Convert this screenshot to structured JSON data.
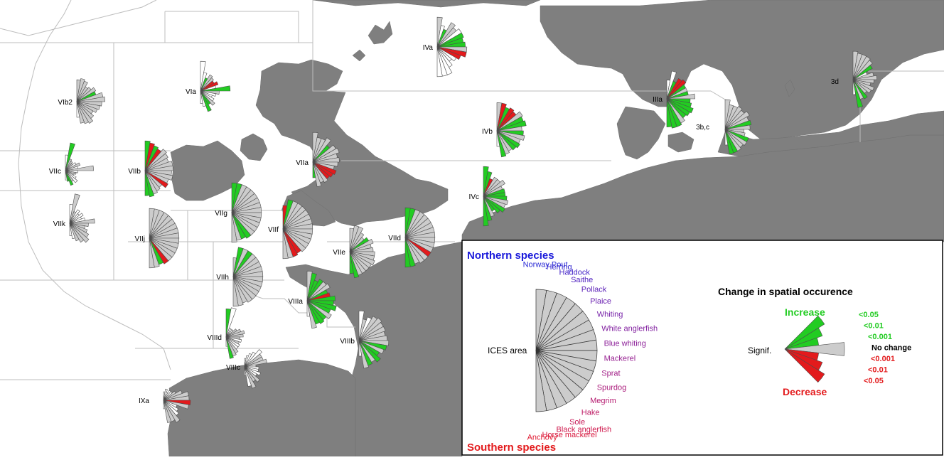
{
  "colors": {
    "sea": "#ffffff",
    "land": "#7f7f7f",
    "boundary": "#bdbdbd",
    "no_change": "#cccccc",
    "increase": "#22cc22",
    "decrease": "#e31a1c",
    "northern_title": "#1a1adb",
    "southern_title": "#e31a1c",
    "frame": "#000000"
  },
  "legend": {
    "northern_title": "Northern species",
    "southern_title": "Southern species",
    "ices_label": "ICES area",
    "species": [
      {
        "name": "Norway Pout",
        "color": "#2b2bd6"
      },
      {
        "name": "Herring",
        "color": "#3327cf"
      },
      {
        "name": "Haddock",
        "color": "#4424c8"
      },
      {
        "name": "Saithe",
        "color": "#5223c0"
      },
      {
        "name": "Pollack",
        "color": "#5d22b8"
      },
      {
        "name": "Plaice",
        "color": "#6a21b0"
      },
      {
        "name": "Whiting",
        "color": "#7621a8"
      },
      {
        "name": "White anglerfish",
        "color": "#8220a0"
      },
      {
        "name": "Blue whiting",
        "color": "#8c1f98"
      },
      {
        "name": "Mackerel",
        "color": "#961e90"
      },
      {
        "name": "Sprat",
        "color": "#a11d86"
      },
      {
        "name": "Spurdog",
        "color": "#ab1c7c"
      },
      {
        "name": "Megrim",
        "color": "#b51b70"
      },
      {
        "name": "Hake",
        "color": "#be1a64"
      },
      {
        "name": "Sole",
        "color": "#c71958"
      },
      {
        "name": "Black anglerfish",
        "color": "#cf184c"
      },
      {
        "name": "Horse mackerel",
        "color": "#d8183e"
      },
      {
        "name": "Anchovy",
        "color": "#e01830"
      }
    ],
    "change_title": "Change in spatial occurence",
    "increase_label": "Increase",
    "decrease_label": "Decrease",
    "signif_label": "Signif.",
    "levels": [
      {
        "label": "<0.05",
        "kind": "inc"
      },
      {
        "label": "<0.01",
        "kind": "inc"
      },
      {
        "label": "<0.001",
        "kind": "inc"
      },
      {
        "label": "No change",
        "kind": "none"
      },
      {
        "label": "<0.001",
        "kind": "dec"
      },
      {
        "label": "<0.01",
        "kind": "dec"
      },
      {
        "label": "<0.05",
        "kind": "dec"
      }
    ]
  },
  "areas": [
    {
      "name": "IVa",
      "codes": "0NG00NGGG0RRNNNNNN",
      "lengths": [
        0.95,
        0.7,
        0.6,
        0.9,
        0.8,
        0.9,
        0.9,
        0.85,
        0.9,
        0.95,
        0.95,
        0.8,
        0.7,
        0.6,
        0.75,
        0.95,
        0.95,
        0.95
      ]
    },
    {
      "name": "VIa",
      "codes": "NNG00RRNG0NNN0GGNN",
      "lengths": [
        0.95,
        0.6,
        0.45,
        0.6,
        0.55,
        0.5,
        0.6,
        0.5,
        0.95,
        0.6,
        0.5,
        0.4,
        0.5,
        0.6,
        0.5,
        0.7,
        0.5,
        0.4
      ]
    },
    {
      "name": "VIb2",
      "codes": "000000G0000000000N",
      "lengths": [
        0.7,
        0.75,
        0.7,
        0.55,
        0.6,
        0.7,
        0.65,
        0.85,
        0.9,
        0.8,
        0.75,
        0.7,
        0.6,
        0.7,
        0.8,
        0.75,
        0.7,
        0.5
      ]
    },
    {
      "name": "IIIa",
      "codes": "NNGRRG0G0GGGGG0GGG",
      "lengths": [
        0.6,
        0.9,
        0.6,
        0.75,
        0.8,
        0.7,
        0.7,
        0.7,
        0.9,
        0.75,
        0.8,
        0.9,
        0.85,
        0.8,
        0.9,
        0.95,
        0.95,
        0.9
      ]
    },
    {
      "name": "3d",
      "codes": "00000GN0000000G0GN",
      "lengths": [
        0.95,
        0.9,
        0.9,
        0.9,
        0.85,
        0.75,
        0.5,
        0.7,
        0.8,
        0.7,
        0.6,
        0.75,
        0.7,
        0.6,
        0.75,
        0.7,
        0.95,
        0.5
      ]
    },
    {
      "name": "3b,c",
      "codes": "0000000G000G000GGN",
      "lengths": [
        0.95,
        0.8,
        0.8,
        0.85,
        0.8,
        0.9,
        0.8,
        0.85,
        0.8,
        0.6,
        0.65,
        0.8,
        0.8,
        0.75,
        0.8,
        0.8,
        0.8,
        0.5
      ]
    },
    {
      "name": "IVb",
      "codes": "0RGRR0GG0G00GG00GN",
      "lengths": [
        0.9,
        0.9,
        0.8,
        0.85,
        0.8,
        0.95,
        0.9,
        0.95,
        0.8,
        0.85,
        0.9,
        0.8,
        0.85,
        0.8,
        0.75,
        0.8,
        0.85,
        0.5
      ]
    },
    {
      "name": "IVc",
      "codes": "GGR0000GGG00GGG0GG",
      "lengths": [
        0.95,
        0.8,
        0.6,
        0.7,
        0.7,
        0.8,
        0.65,
        0.7,
        0.7,
        0.75,
        0.8,
        0.75,
        0.8,
        0.7,
        0.55,
        0.7,
        0.8,
        0.95
      ]
    },
    {
      "name": "VIIa",
      "codes": "0000G000000RRR000G",
      "lengths": [
        0.95,
        0.8,
        0.8,
        0.9,
        0.7,
        0.85,
        0.9,
        0.8,
        0.85,
        0.8,
        0.7,
        0.8,
        0.75,
        0.7,
        0.75,
        0.7,
        0.8,
        0.5
      ]
    },
    {
      "name": "VIIb",
      "codes": "GRGR00000000R000GG",
      "lengths": [
        0.95,
        0.9,
        0.85,
        0.8,
        0.9,
        0.85,
        0.8,
        0.9,
        0.9,
        0.85,
        0.9,
        0.8,
        0.85,
        0.7,
        0.75,
        0.8,
        0.85,
        0.8
      ]
    },
    {
      "name": "VIIc",
      "codes": "NG000N0N0N00NN0GGN",
      "lengths": [
        0.5,
        0.9,
        0.4,
        0.35,
        0.3,
        0.4,
        0.5,
        0.4,
        0.9,
        0.4,
        0.35,
        0.3,
        0.4,
        0.5,
        0.4,
        0.5,
        0.35,
        0.3
      ]
    },
    {
      "name": "VIIk",
      "codes": "N00NNNNN00000000NN",
      "lengths": [
        0.6,
        0.95,
        0.4,
        0.5,
        0.4,
        0.5,
        0.4,
        0.5,
        0.8,
        0.6,
        0.5,
        0.6,
        0.7,
        0.8,
        0.7,
        0.6,
        0.5,
        0.4
      ]
    },
    {
      "name": "VIIj",
      "codes": "00000000000000RG00",
      "lengths": [
        0.95,
        0.95,
        0.95,
        0.95,
        0.95,
        0.95,
        0.95,
        0.95,
        0.95,
        0.95,
        0.95,
        0.95,
        0.95,
        0.95,
        0.95,
        0.9,
        0.95,
        0.95
      ]
    },
    {
      "name": "VIIg",
      "codes": "GG000000000000GG00",
      "lengths": [
        0.95,
        0.95,
        0.95,
        0.95,
        0.95,
        0.95,
        0.95,
        0.95,
        0.95,
        0.95,
        0.95,
        0.95,
        0.95,
        0.95,
        0.95,
        0.9,
        0.9,
        0.95
      ]
    },
    {
      "name": "VIIf",
      "codes": "RG000000000000RR00",
      "lengths": [
        0.75,
        0.95,
        0.95,
        0.95,
        0.95,
        0.95,
        0.95,
        0.95,
        0.95,
        0.95,
        0.95,
        0.95,
        0.95,
        0.95,
        0.9,
        0.95,
        0.95,
        0.95
      ]
    },
    {
      "name": "VIIe",
      "codes": "00000G0000000000GG",
      "lengths": [
        0.75,
        0.85,
        0.85,
        0.7,
        0.6,
        0.7,
        0.8,
        0.7,
        0.75,
        0.8,
        0.8,
        0.85,
        0.8,
        0.8,
        0.8,
        0.8,
        0.85,
        0.7
      ]
    },
    {
      "name": "VIId",
      "codes": "GG0000000000R000GG",
      "lengths": [
        0.95,
        0.95,
        0.95,
        0.95,
        0.95,
        0.95,
        0.95,
        0.95,
        0.95,
        0.95,
        0.95,
        0.95,
        0.95,
        0.95,
        0.95,
        0.9,
        0.95,
        0.95
      ]
    },
    {
      "name": "VIIh",
      "codes": "0G0G00000000000000",
      "lengths": [
        0.6,
        0.95,
        0.95,
        0.95,
        0.95,
        0.95,
        0.95,
        0.95,
        0.95,
        0.95,
        0.95,
        0.95,
        0.95,
        0.95,
        0.95,
        0.9,
        0.95,
        0.95
      ]
    },
    {
      "name": "VIIIa",
      "codes": "0GGG00GRGGGG0GGG0N",
      "lengths": [
        0.95,
        0.9,
        0.7,
        0.8,
        0.8,
        0.85,
        0.7,
        0.75,
        0.9,
        0.85,
        0.95,
        0.8,
        0.9,
        0.8,
        0.85,
        0.8,
        0.9,
        0.5
      ]
    },
    {
      "name": "VIIIb",
      "codes": "N0N0000000G0GG0G0N",
      "lengths": [
        0.95,
        0.7,
        0.8,
        0.9,
        0.95,
        0.9,
        0.9,
        0.85,
        0.9,
        0.95,
        0.9,
        0.85,
        0.75,
        0.9,
        0.8,
        0.85,
        0.9,
        0.5
      ]
    },
    {
      "name": "VIIId",
      "codes": "GNNNN00000N0NN00GN",
      "lengths": [
        0.9,
        0.95,
        0.3,
        0.3,
        0.3,
        0.4,
        0.5,
        0.6,
        0.55,
        0.45,
        0.5,
        0.45,
        0.5,
        0.5,
        0.6,
        0.65,
        0.7,
        0.3
      ]
    },
    {
      "name": "VIIIc",
      "codes": "NNNNN000NNNNN000NN",
      "lengths": [
        0.3,
        0.4,
        0.5,
        0.6,
        0.8,
        0.7,
        0.7,
        0.8,
        0.4,
        0.5,
        0.5,
        0.6,
        0.5,
        0.7,
        0.6,
        0.8,
        0.7,
        0.3
      ]
    },
    {
      "name": "IXa",
      "codes": "NNNNN0000R0NNN000N",
      "lengths": [
        0.3,
        0.4,
        0.3,
        0.4,
        0.4,
        0.5,
        0.7,
        0.9,
        0.9,
        0.95,
        0.9,
        0.5,
        0.6,
        0.7,
        0.9,
        0.8,
        0.8,
        0.3
      ]
    }
  ]
}
